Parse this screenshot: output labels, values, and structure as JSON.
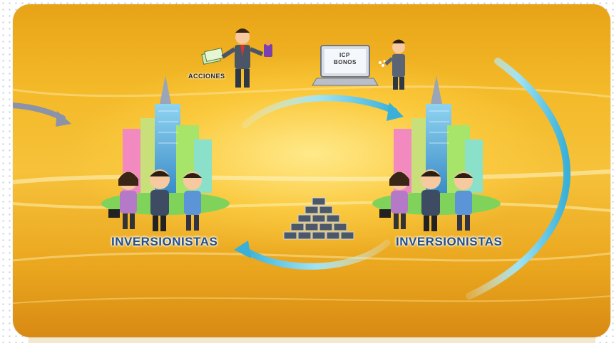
{
  "labels": {
    "acciones": "ACCIONES",
    "icp": "ICP",
    "bonos": "BONOS",
    "investors_left": "INVERSIONISTAS",
    "investors_right": "INVERSIONISTAS"
  },
  "colors": {
    "background_gold": "#f3b928",
    "label_blue": "#1f4f8a",
    "arrow_cyan": "#7fd8f0"
  },
  "icons": [
    "stock-certificate-icon",
    "laptop-icon",
    "money-stack-icon",
    "city-buildings-icon",
    "person-icon"
  ]
}
